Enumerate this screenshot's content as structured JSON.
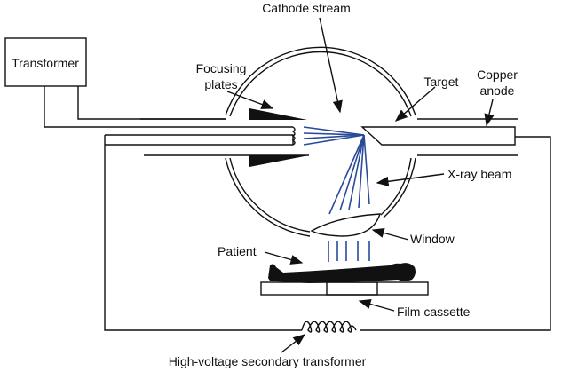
{
  "labels": {
    "transformer": "Transformer",
    "cathode_stream": "Cathode stream",
    "focusing_plates_1": "Focusing",
    "focusing_plates_2": "plates",
    "target": "Target",
    "copper_anode_1": "Copper",
    "copper_anode_2": "anode",
    "xray_beam": "X-ray beam",
    "window": "Window",
    "patient": "Patient",
    "film_cassette": "Film cassette",
    "hv_transformer": "High-voltage secondary transformer"
  },
  "colors": {
    "beam": "#2a4a9a",
    "cassette": "#b8c2da",
    "line": "#111111"
  }
}
